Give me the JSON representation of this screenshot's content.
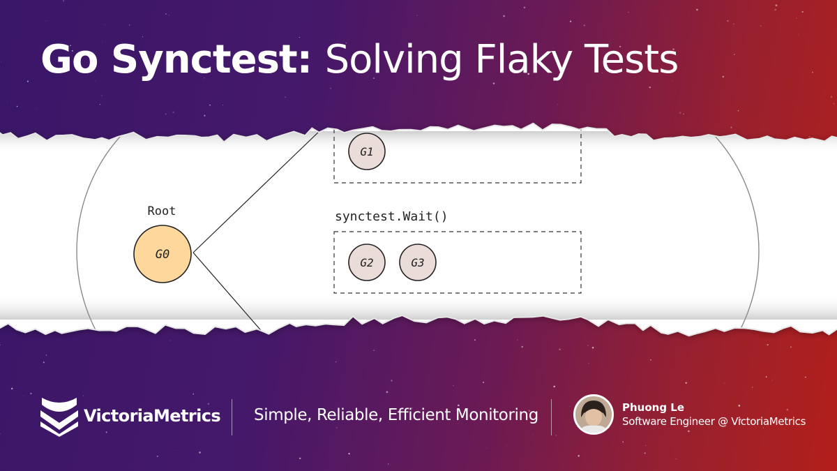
{
  "title": {
    "bold": "Go Synctest:",
    "light": "Solving Flaky Tests"
  },
  "diagram": {
    "root_label": "Root",
    "root_node": "G0",
    "node_g1": "G1",
    "wait_label": "synctest.Wait()",
    "node_g2": "G2",
    "node_g3": "G3"
  },
  "footer": {
    "brand": "VictoriaMetrics",
    "tagline": "Simple, Reliable, Efficient Monitoring",
    "author_name": "Phuong Le",
    "author_role": "Software Engineer @ VictoriaMetrics"
  },
  "colors": {
    "root_fill": "#fdd79c",
    "goroutine_fill": "#eadcd8",
    "paper": "#ffffff"
  },
  "icons": {
    "brand": "victoriametrics-logo-icon",
    "avatar": "author-photo"
  }
}
